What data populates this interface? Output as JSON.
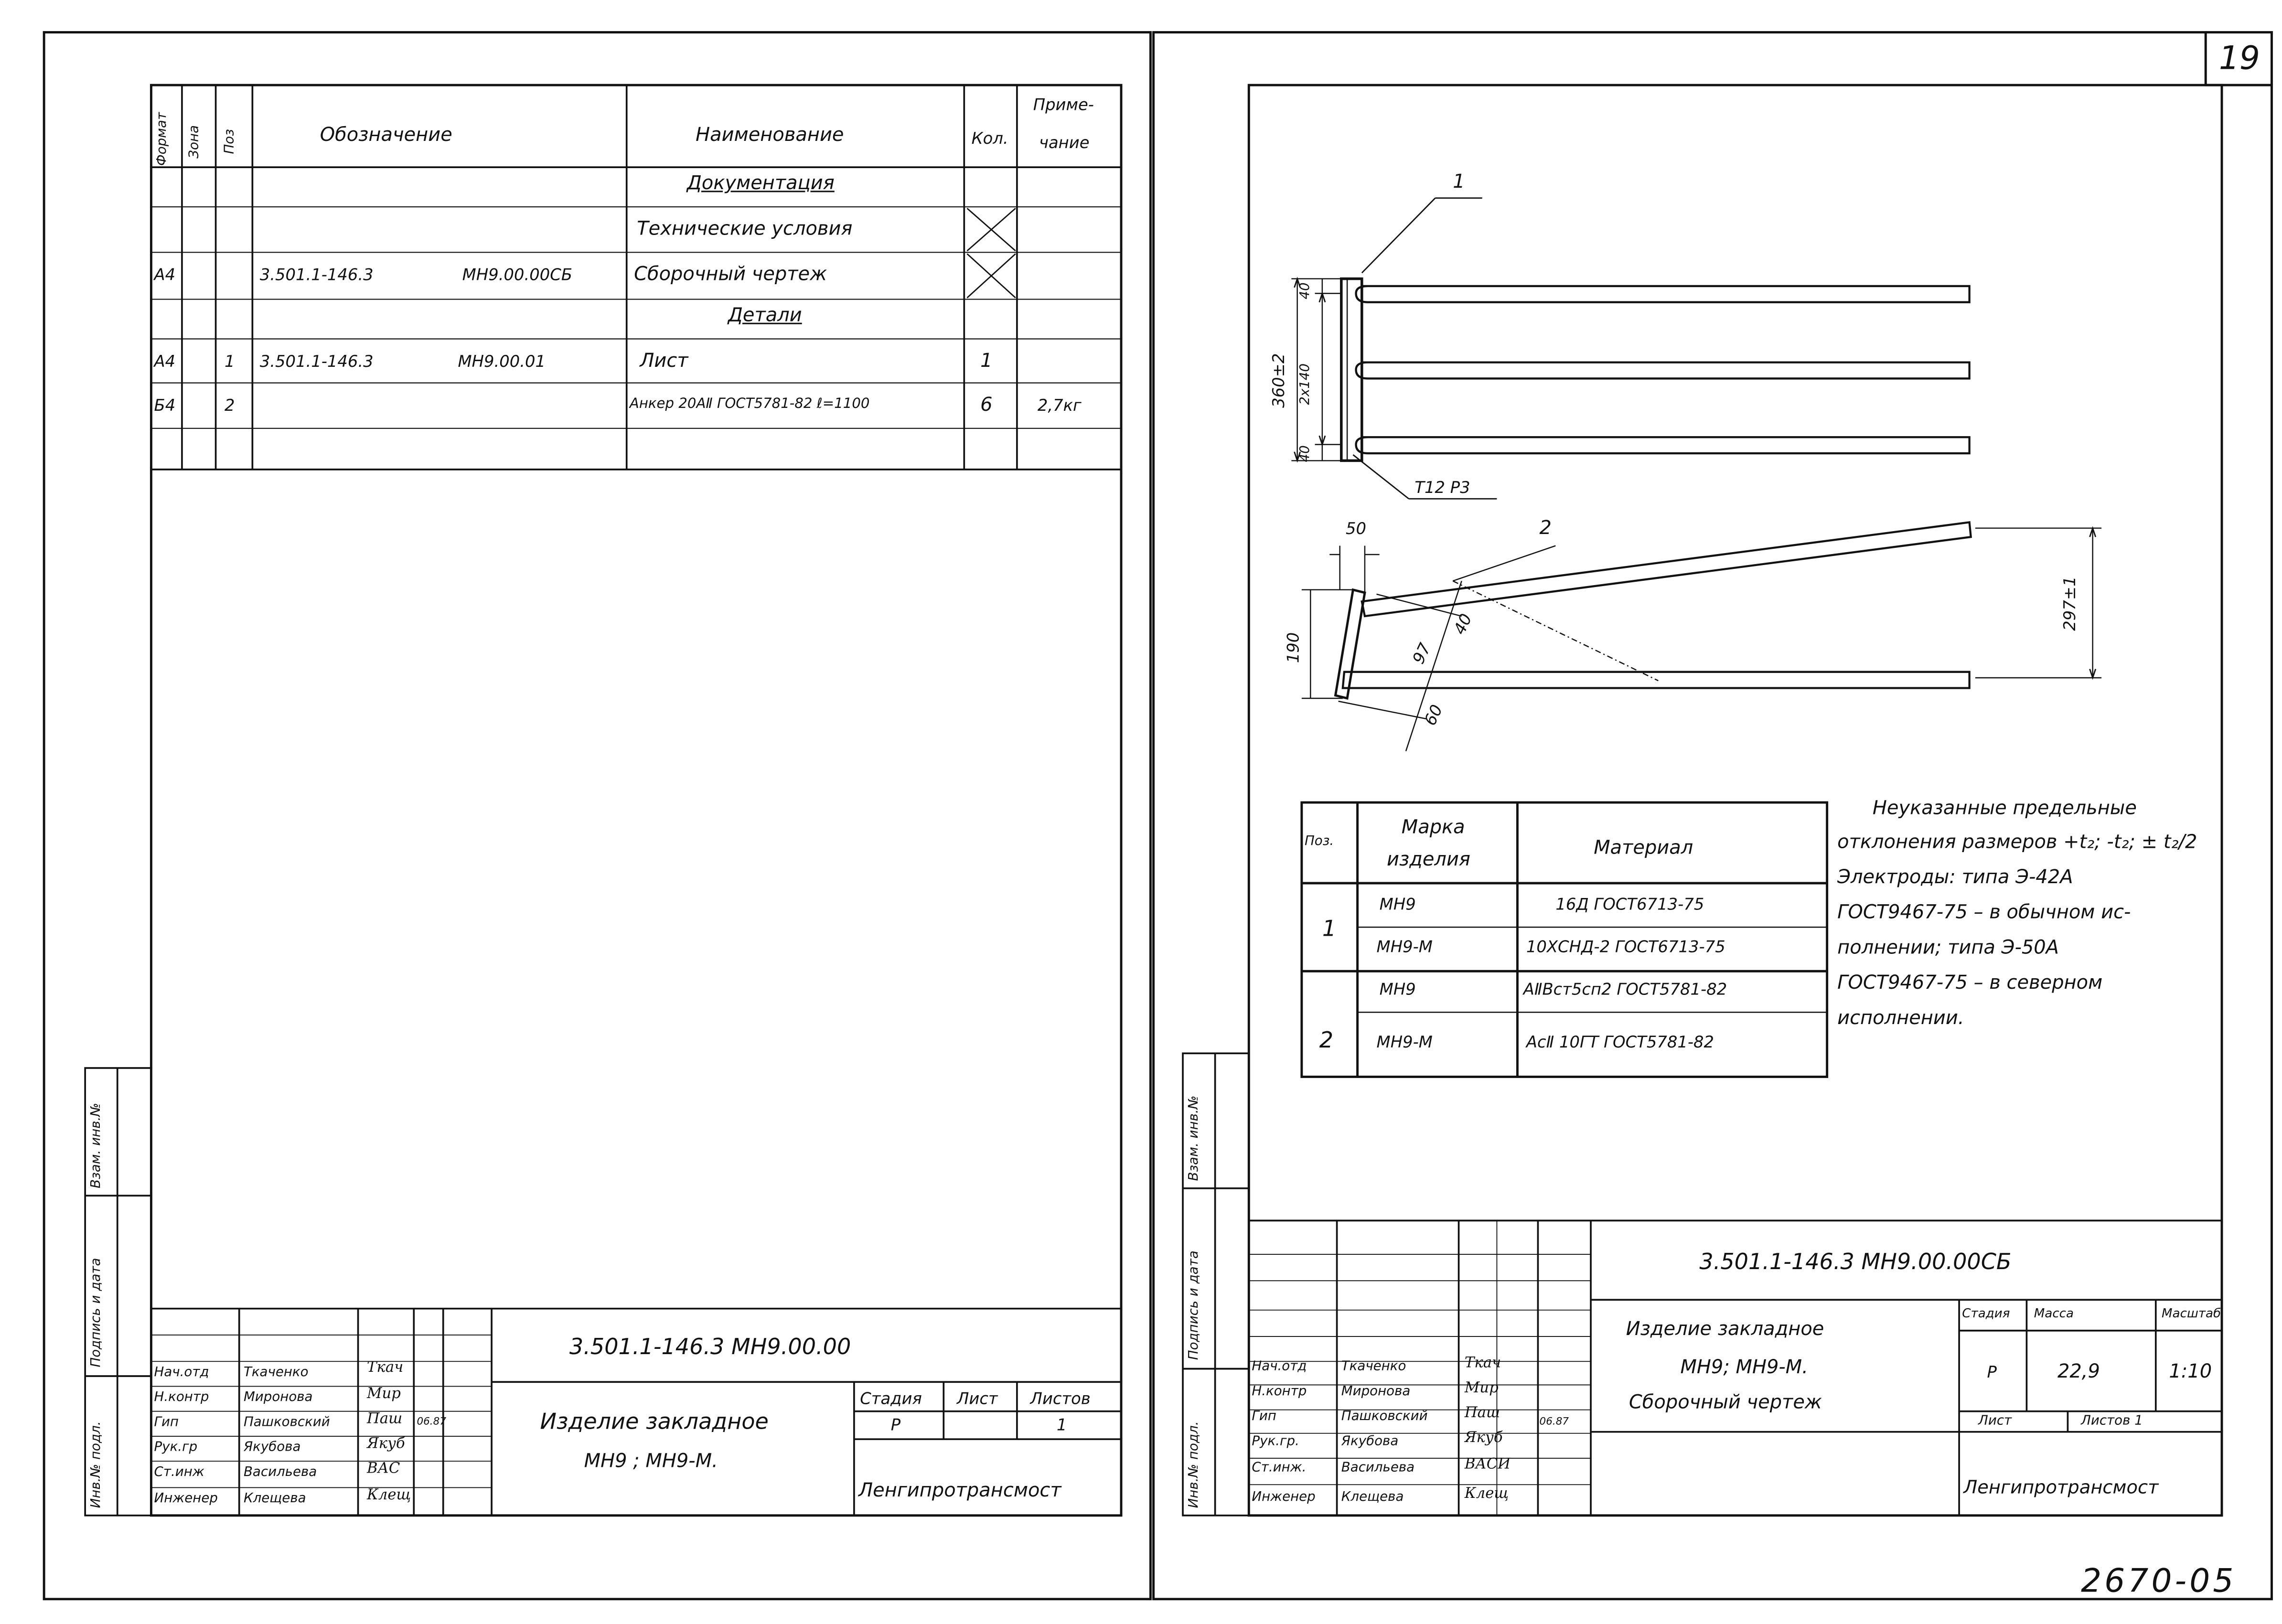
{
  "page_number": "19",
  "archive_number": "2670-05",
  "left_sheet": {
    "spec_headers": {
      "format": "Формат",
      "zone": "Зона",
      "pos": "Поз",
      "designation": "Обозначение",
      "name": "Наименование",
      "qty": "Кол.",
      "note_line1": "Приме-",
      "note_line2": "чание"
    },
    "sections": {
      "documentation": "Документация",
      "details": "Детали"
    },
    "rows": [
      {
        "format": "",
        "pos": "",
        "designation": "",
        "code": "",
        "name": "Технические условия",
        "qty": "",
        "note": ""
      },
      {
        "format": "А4",
        "pos": "",
        "designation": "3.501.1-146.3",
        "code": "МН9.00.00СБ",
        "name": "Сборочный чертеж",
        "qty": "",
        "note": ""
      },
      {
        "format": "А4",
        "pos": "1",
        "designation": "3.501.1-146.3",
        "code": "МН9.00.01",
        "name": "Лист",
        "qty": "1",
        "note": ""
      },
      {
        "format": "Б4",
        "pos": "2",
        "designation": "",
        "code": "",
        "name": "Анкер 20АⅡ ГОСТ5781-82 ℓ=1100",
        "qty": "6",
        "note": "2,7кг"
      }
    ],
    "side_stamp": [
      "Инв.№ подл.",
      "Подпись и дата",
      "Взам. инв.№"
    ],
    "title_block": {
      "document_code": "3.501.1-146.3     МН9.00.00",
      "title_line1": "Изделие  закладное",
      "title_line2": "МН9 ; МН9-М.",
      "stage_label": "Стадия",
      "sheet_label": "Лист",
      "sheets_label": "Листов",
      "stage_value": "Р",
      "sheets_value": "1",
      "organization": "Ленгипротрансмост",
      "date": "06.87",
      "staff": [
        {
          "role": "Нач.отд",
          "name": "Ткаченко",
          "signature": "Ткач"
        },
        {
          "role": "Н.контр",
          "name": "Миронова",
          "signature": "Мир"
        },
        {
          "role": "Гип",
          "name": "Пашковский",
          "signature": "Паш"
        },
        {
          "role": "Рук.гр",
          "name": "Якубова",
          "signature": "Якуб"
        },
        {
          "role": "Ст.инж",
          "name": "Васильева",
          "signature": "ВАС"
        },
        {
          "role": "Инженер",
          "name": "Клещева",
          "signature": "Клещ"
        }
      ]
    }
  },
  "right_sheet": {
    "drawing": {
      "callout_1": "1",
      "callout_2": "2",
      "dim_360": "360±2",
      "dim_2x140": "2x140",
      "dim_40a": "40",
      "dim_40b": "40",
      "weld_mark": "Т12 Р3",
      "dim_50": "50",
      "dim_190": "190",
      "dim_97": "97",
      "dim_40c": "40",
      "dim_60": "60",
      "dim_297": "297±1"
    },
    "materials_table": {
      "headers": {
        "pos": "Поз.",
        "mark_line1": "Марка",
        "mark_line2": "изделия",
        "material": "Материал"
      },
      "rows": [
        {
          "pos": "1",
          "mark": "МН9",
          "material": "16Д ГОСТ6713-75"
        },
        {
          "pos": "",
          "mark": "МН9-М",
          "material": "10ХСНД-2 ГОСТ6713-75"
        },
        {
          "pos": "2",
          "mark": "МН9",
          "material": "АⅡВст5сп2 ГОСТ5781-82"
        },
        {
          "pos": "",
          "mark": "МН9-М",
          "material": "АсⅡ 10ГТ ГОСТ5781-82"
        }
      ]
    },
    "notes": [
      "Неуказанные предельные",
      "отклонения размеров +t₂; -t₂; ± t₂/2",
      "Электроды: типа Э-42А",
      "ГОСТ9467-75 – в обычном ис-",
      "полнении; типа Э-50А",
      "ГОСТ9467-75 – в северном",
      "исполнении."
    ],
    "side_stamp": [
      "Инв.№ подл.",
      "Подпись и дата",
      "Взам. инв.№"
    ],
    "title_block": {
      "document_code": "3.501.1-146.3     МН9.00.00СБ",
      "title_line1": "Изделие    закладное",
      "title_line2": "МН9; МН9-М.",
      "title_line3": "Сборочный   чертеж",
      "stage_label": "Стадия",
      "mass_label": "Масса",
      "scale_label": "Масштаб",
      "stage_value": "Р",
      "mass_value": "22,9",
      "scale_value": "1:10",
      "sheet_label": "Лист",
      "sheets_label": "Листов 1",
      "organization": "Ленгипротрансмост",
      "date": "06.87",
      "staff": [
        {
          "role": "Нач.отд",
          "name": "Ткаченко",
          "signature": "Ткач"
        },
        {
          "role": "Н.контр",
          "name": "Миронова",
          "signature": "Мир"
        },
        {
          "role": "Гип",
          "name": "Пашковский",
          "signature": "Паш"
        },
        {
          "role": "Рук.гр.",
          "name": "Якубова",
          "signature": "Якуб"
        },
        {
          "role": "Ст.инж.",
          "name": "Васильева",
          "signature": "ВАСИ"
        },
        {
          "role": "Инженер",
          "name": "Клещева",
          "signature": "Клещ"
        }
      ]
    }
  }
}
